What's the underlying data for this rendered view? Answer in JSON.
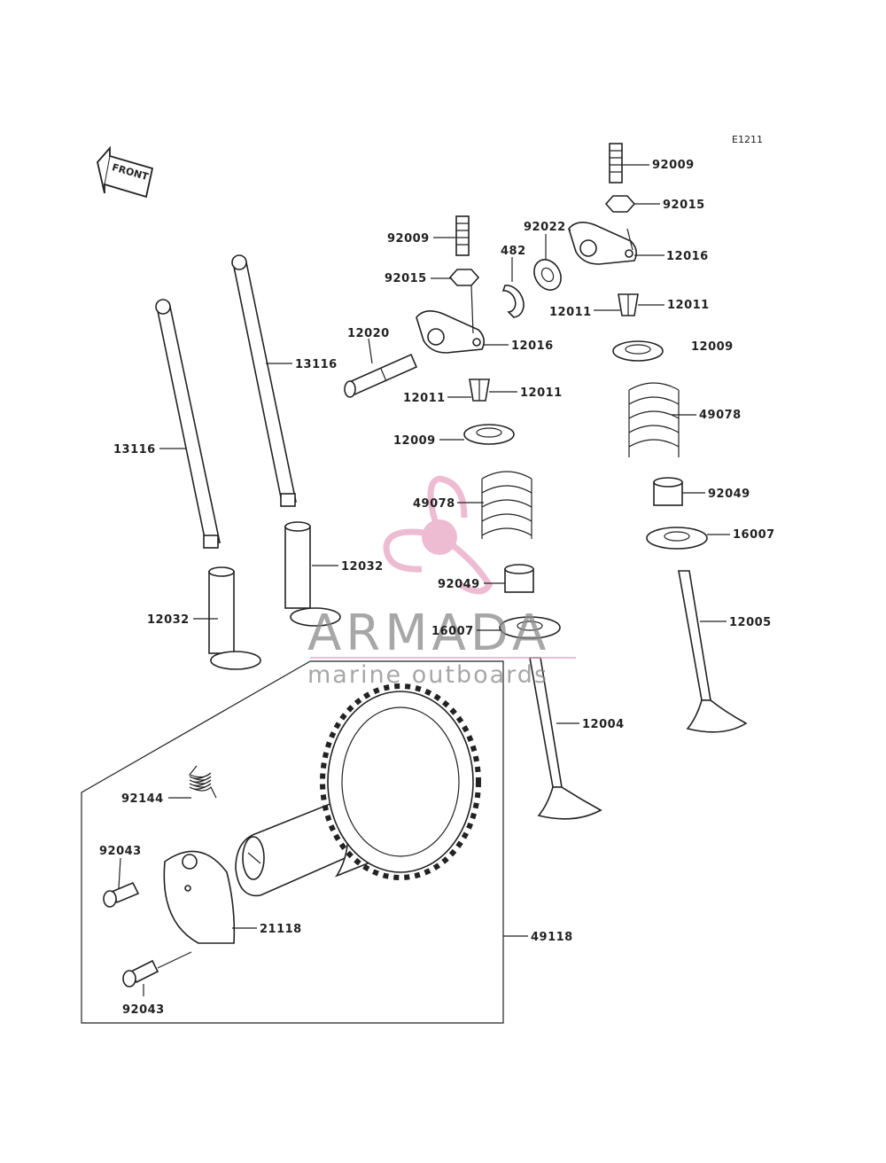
{
  "diagram_code": "E1211",
  "front_label": "FRONT",
  "watermark": {
    "brand": "ARMADA",
    "tagline": "marine outboards",
    "color_pink": "#e8a6c4",
    "color_gray": "#8a8a8a"
  },
  "labels": {
    "p92009_right": "92009",
    "p92015_right": "92015",
    "p92022": "92022",
    "p482": "482",
    "p12016_right": "12016",
    "p12011_right_a": "12011",
    "p12011_right_b": "12011",
    "p12009_right": "12009",
    "p49078_right": "49078",
    "p92049_right": "92049",
    "p16007_right": "16007",
    "p12005": "12005",
    "p92009_left": "92009",
    "p92015_left": "92015",
    "p12016_left": "12016",
    "p12020": "12020",
    "p12011_left_a": "12011",
    "p12011_left_b": "12011",
    "p12009_left": "12009",
    "p49078_left": "49078",
    "p92049_left": "92049",
    "p16007_left": "16007",
    "p12004": "12004",
    "p13116_a": "13116",
    "p13116_b": "13116",
    "p12032_a": "12032",
    "p12032_b": "12032",
    "p92144": "92144",
    "p92043_a": "92043",
    "p92043_b": "92043",
    "p21118": "21118",
    "p49118": "49118"
  }
}
